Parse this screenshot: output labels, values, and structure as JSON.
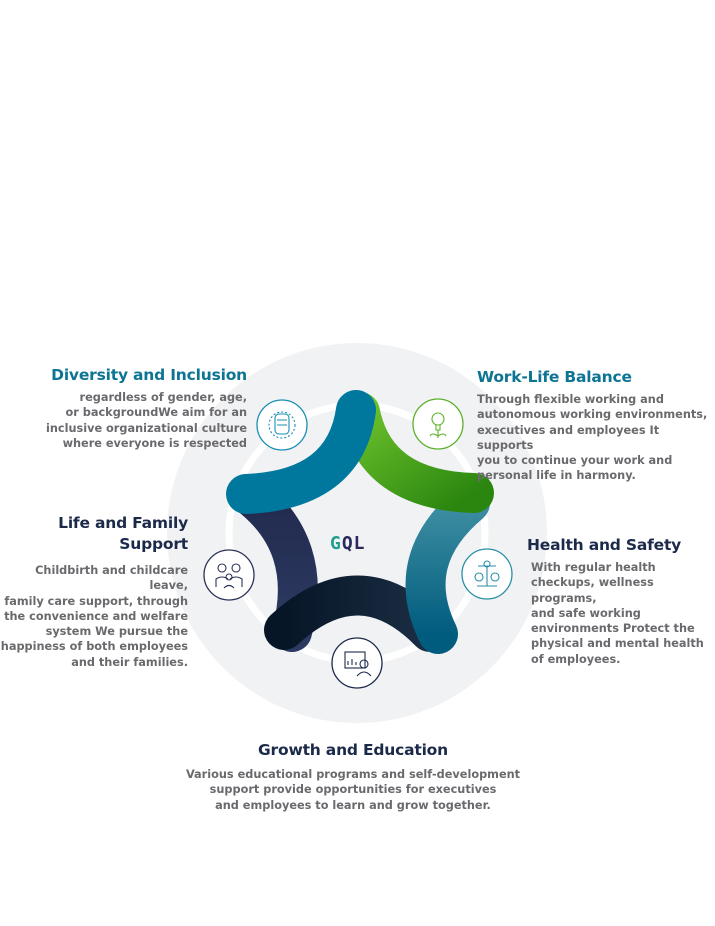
{
  "logo": {
    "first_letter": "G",
    "rest": "QL"
  },
  "colors": {
    "teal": "#00789e",
    "green": "#5cb02a",
    "navy": "#0d1b2e",
    "indigo": "#2a3358",
    "text": "#6a6a6e"
  },
  "sections": {
    "diversity": {
      "title": "Diversity and Inclusion",
      "lines": [
        "regardless of gender, age,",
        "or backgroundWe aim for an",
        "inclusive organizational culture",
        "where everyone is respected"
      ],
      "icon": "raised-fist-icon"
    },
    "worklife": {
      "title": "Work-Life Balance",
      "lines": [
        "Through flexible working and",
        "autonomous working environments,",
        "executives and employees It supports",
        "you to continue your work and",
        "personal life in harmony."
      ],
      "icon": "lightbulb-plant-icon"
    },
    "family": {
      "title_lines": [
        "Life and Family",
        "Support"
      ],
      "lines": [
        "Childbirth and childcare leave,",
        "family care support, through",
        "the convenience and welfare",
        "system We pursue the",
        "happiness of both employees",
        "and their families."
      ],
      "icon": "family-icon"
    },
    "health": {
      "title": "Health and Safety",
      "lines": [
        "With regular health",
        "checkups, wellness programs,",
        "and safe working",
        "environments Protect the",
        "physical and mental health",
        "of employees."
      ],
      "icon": "fitness-tree-icon"
    },
    "growth": {
      "title": "Growth and Education",
      "lines": [
        "Various educational programs and self-development",
        "support provide opportunities for executives",
        "and employees to learn and grow together."
      ],
      "icon": "presentation-icon"
    }
  }
}
